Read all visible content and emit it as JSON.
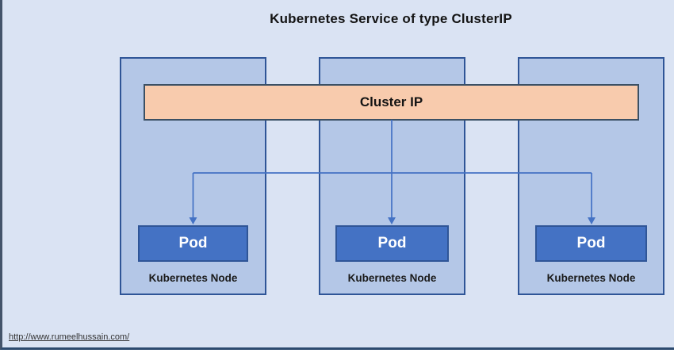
{
  "title": "Kubernetes Service of type ClusterIP",
  "cluster_bar": {
    "label": "Cluster IP"
  },
  "nodes": [
    {
      "label": "Kubernetes Node",
      "pod_label": "Pod"
    },
    {
      "label": "Kubernetes Node",
      "pod_label": "Pod"
    },
    {
      "label": "Kubernetes Node",
      "pod_label": "Pod"
    }
  ],
  "footer": {
    "url": "http://www.rumeelhussain.com/"
  },
  "colors": {
    "background": "#dae3f3",
    "node_fill": "#b4c7e7",
    "node_border": "#2f5597",
    "pod_fill": "#4472c4",
    "pod_border": "#2f5597",
    "pod_text": "#ffffff",
    "cluster_bar_fill": "#f8cbad",
    "cluster_bar_border": "#3b5064",
    "connector": "#4472c4",
    "frame_border": "#2c4a6e",
    "title_text": "#141414"
  }
}
